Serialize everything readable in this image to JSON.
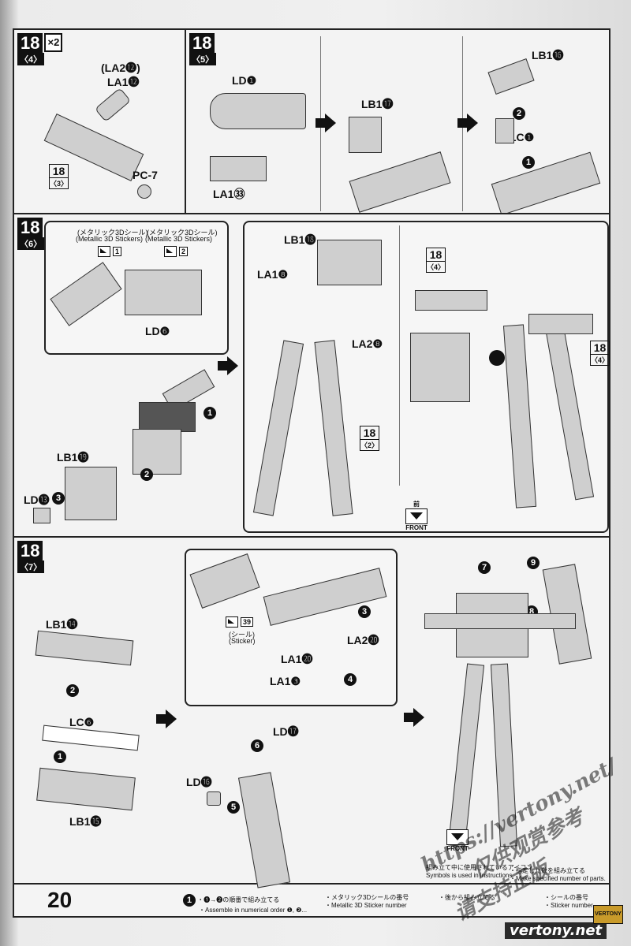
{
  "page_number": "20",
  "step_main": "18",
  "panel1": {
    "sub": "〈4〉",
    "multiplier": "×2",
    "label_la2": "(LA2⓬)",
    "label_la1": "LA1⓬",
    "pc": "PC-7",
    "ref_num": "18",
    "ref_sub": "〈3〉"
  },
  "panel2": {
    "sub": "〈5〉",
    "ld1": "LD❶",
    "la133": "LA1㉝",
    "lb117": "LB1⓱",
    "lb116": "LB1⓰",
    "lc1": "LC❶",
    "order2": "2",
    "order1": "1"
  },
  "panel3": {
    "sub": "〈6〉",
    "sticker1_jp": "(メタリック3Dシール)",
    "sticker1_en": "(Metallic 3D Stickers)",
    "sticker1_num": "1",
    "sticker2_jp": "(メタリック3Dシール)",
    "sticker2_en": "(Metallic 3D Stickers)",
    "sticker2_num": "2",
    "ld6": "LD❻",
    "lb119": "LB1⓳",
    "ld13": "LD⓭",
    "o1": "1",
    "o2": "2",
    "o3": "3",
    "lb118": "LB1⓲",
    "la18": "LA1❽",
    "la28": "LA2❽",
    "ref2_num": "18",
    "ref2_sub": "〈2〉",
    "ref4a_num": "18",
    "ref4a_sub": "〈4〉",
    "ref4b_num": "18",
    "ref4b_sub": "〈4〉",
    "front_jp": "前",
    "front_en": "FRONT"
  },
  "panel4": {
    "sub": "〈7〉",
    "lb114": "LB1⓮",
    "lc6": "LC❻",
    "lb115": "LB1⓯",
    "o2": "2",
    "o1": "1",
    "sticker_num": "39",
    "sticker_jp": "(シール)",
    "sticker_en": "(Sticker)",
    "la120": "LA1⓴",
    "la220": "LA2⓴",
    "la13": "LA1❸",
    "o3": "3",
    "o4": "4",
    "ld17": "LD⓱",
    "ld16": "LD⓰",
    "o5": "5",
    "o6": "6",
    "o7": "7",
    "o8": "8",
    "o9": "9",
    "front_en": "FRONT"
  },
  "footer": {
    "order_jp": "・❶→❷の順番で組み立てる",
    "order_en": "・Assemble in numerical order ❶, ❷...",
    "sticker_jp": "・メタリック3Dシールの番号",
    "sticker_en": "・Metallic 3D Sticker number",
    "note_jp": "・後から組み立てる",
    "note_jp2": "組み立て中に使用されているアイコン",
    "note_en": "Symbols is used in instructions",
    "parts_jp": "・指定した数を組み立てる",
    "parts_en": "・Make specified number of parts.",
    "seal_jp": "・シールの番号",
    "seal_en": "・Sticker number"
  },
  "watermark": {
    "url": "https://vertony.net/",
    "cn1": "仅供观赏参考",
    "cn2": "请支持正版",
    "brand": "vertony.net",
    "badge": "VERTONY"
  }
}
